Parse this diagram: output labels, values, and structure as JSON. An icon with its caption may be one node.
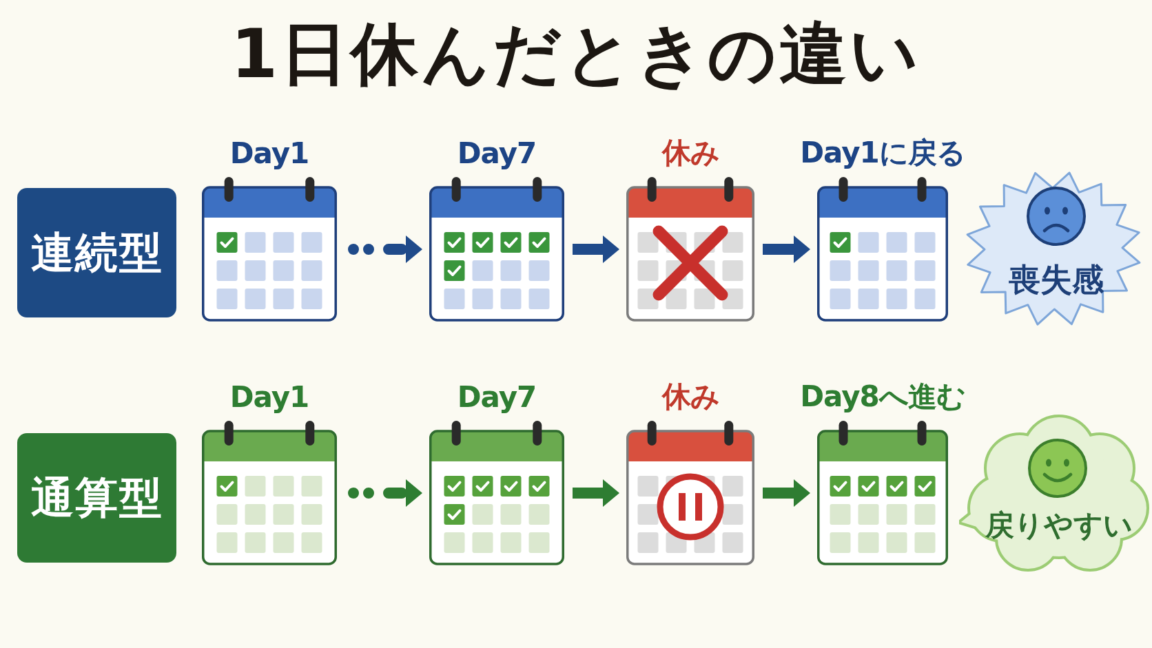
{
  "diagram": {
    "title": "1日休んだときの違い",
    "nodes": [
      {
        "text": [
          "連続型"
        ]
      },
      {
        "text": [
          "Day1"
        ]
      },
      {
        "text": [
          "Day7"
        ]
      },
      {
        "text": [
          "休み"
        ]
      },
      {
        "text": [
          "Day1に戻る"
        ]
      },
      {
        "text": [
          "喪失感"
        ]
      },
      {
        "text": [
          "通算型"
        ]
      },
      {
        "text": [
          "Day1"
        ]
      },
      {
        "text": [
          "Day7"
        ]
      },
      {
        "text": [
          "休み"
        ]
      },
      {
        "text": [
          "Day8へ進む"
        ]
      },
      {
        "text": [
          "戻りやすい"
        ]
      }
    ],
    "edges": [
      {
        "from": 1,
        "to": 2,
        "arrow": "to",
        "style": "dashed",
        "color": "#1f4a8a"
      },
      {
        "from": 2,
        "to": 3,
        "arrow": "to",
        "color": "#1f4a8a"
      },
      {
        "from": 3,
        "to": 4,
        "arrow": "to",
        "color": "#1f4a8a"
      },
      {
        "from": 7,
        "to": 8,
        "arrow": "to",
        "style": "dashed",
        "color": "#2e7d32"
      },
      {
        "from": 8,
        "to": 9,
        "arrow": "to",
        "color": "#2e7d32"
      },
      {
        "from": 9,
        "to": 10,
        "arrow": "to",
        "color": "#2e7d32"
      }
    ]
  }
}
